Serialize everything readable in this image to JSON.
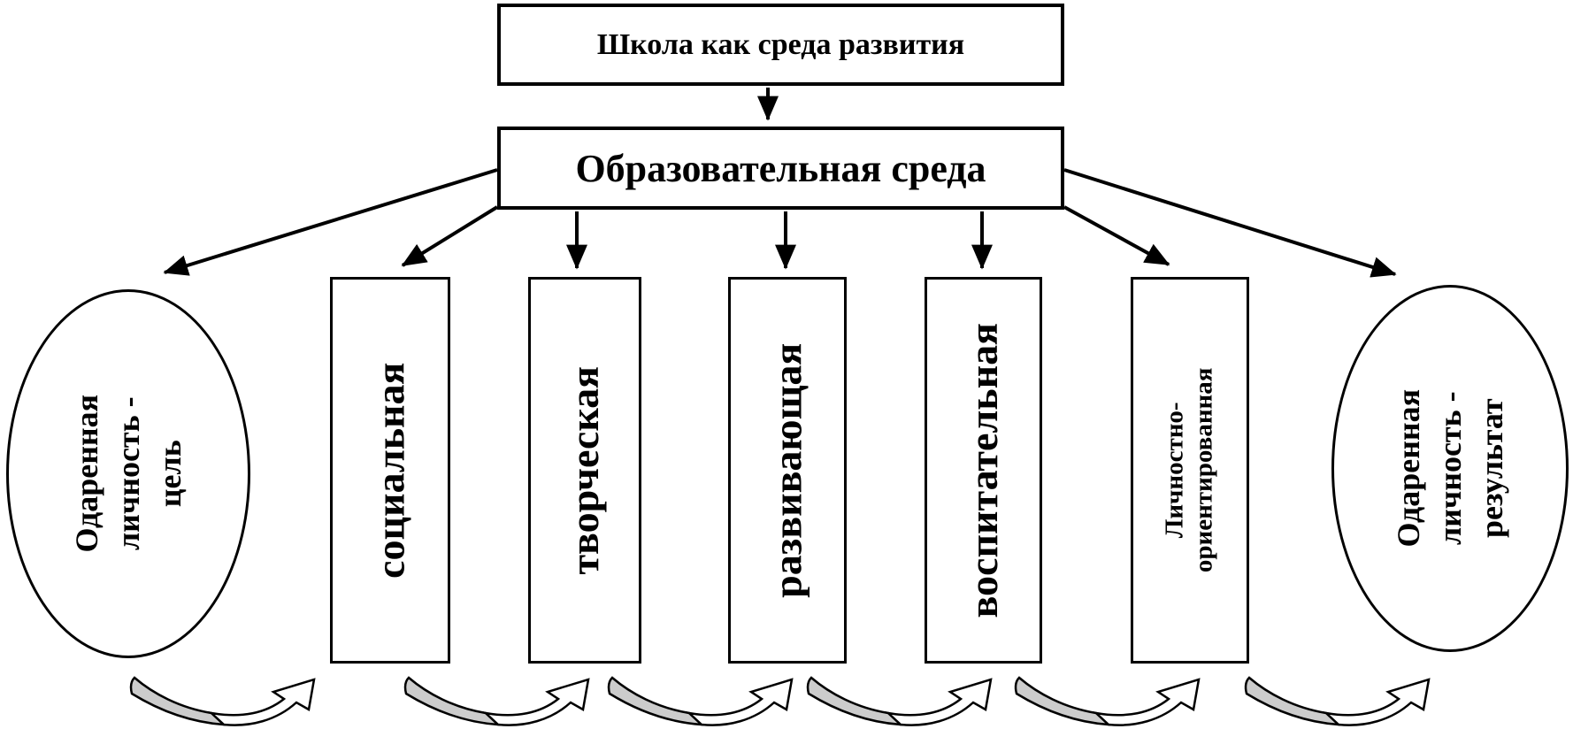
{
  "diagram": {
    "title": "Школа как среда развития",
    "env": "Образовательная среда",
    "goal_ellipse": {
      "lines": [
        "Одаренная",
        "личность -",
        "цель"
      ]
    },
    "result_ellipse": {
      "lines": [
        "Одаренная",
        "личность -",
        "результат"
      ]
    },
    "components": [
      {
        "lines": [
          "социальная"
        ]
      },
      {
        "lines": [
          "творческая"
        ]
      },
      {
        "lines": [
          "развивающая"
        ]
      },
      {
        "lines": [
          "воспитательная"
        ]
      },
      {
        "lines": [
          "Личностно-",
          "ориентированная"
        ]
      }
    ],
    "cycle_arrow_count": 6
  },
  "colors": {
    "ink": "#000000",
    "node_fill": "#ffffff",
    "cycle_arrow_fill": "#cccccc"
  }
}
